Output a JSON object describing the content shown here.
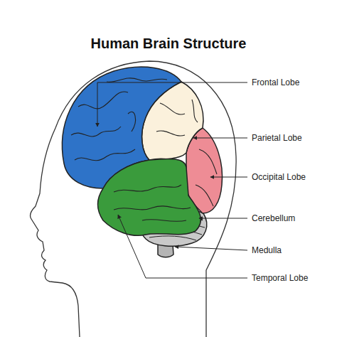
{
  "diagram": {
    "title": "Human Brain Structure",
    "labels": [
      "Frontal Lobe",
      "Parietal Lobe",
      "Occipital Lobe",
      "Cerebellum",
      "Medulla",
      "Temporal Lobe"
    ]
  }
}
